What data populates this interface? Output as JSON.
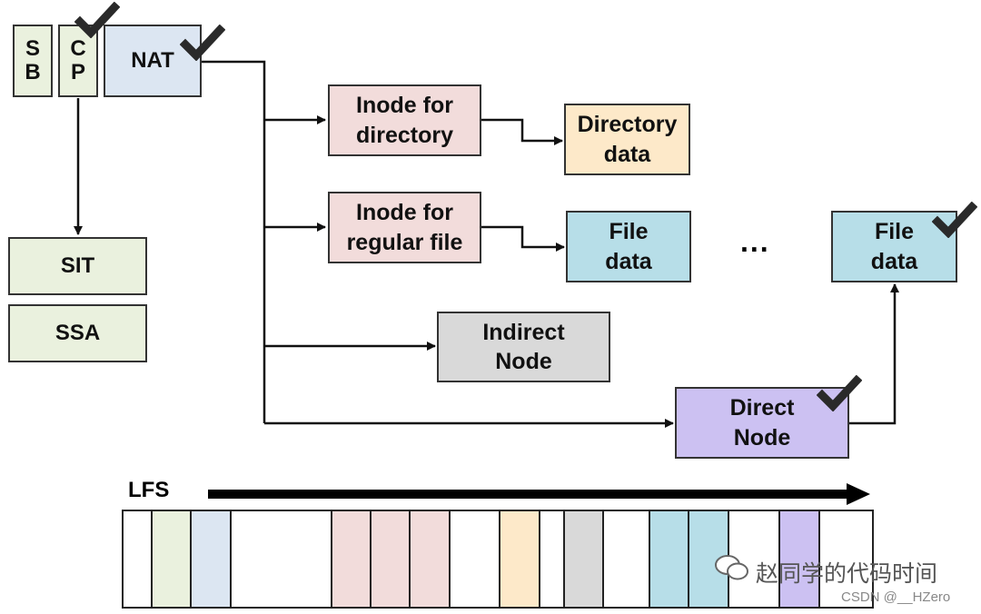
{
  "blocks": {
    "sb": [
      "S",
      "B"
    ],
    "cp": [
      "C",
      "P"
    ],
    "nat": "NAT",
    "sit": "SIT",
    "ssa": "SSA",
    "inode_dir": [
      "Inode for",
      "directory"
    ],
    "dir_data": [
      "Directory",
      "data"
    ],
    "inode_file": [
      "Inode for",
      "regular file"
    ],
    "file_data_1": [
      "File",
      "data"
    ],
    "ellipsis": "...",
    "file_data_2": [
      "File",
      "data"
    ],
    "indirect": [
      "Indirect",
      "Node"
    ],
    "direct": [
      "Direct",
      "Node"
    ]
  },
  "log": {
    "label": "LFS"
  },
  "watermark": {
    "text": "赵同学的代码时间",
    "credit": "CSDN @__HZero"
  },
  "colors": {
    "green": "#eaf1de",
    "blue_light": "#dce6f2",
    "pink": "#f2dcdb",
    "orange": "#fde9c9",
    "gray": "#d9d9d9",
    "teal": "#b7dee8",
    "purple": "#ccc1f2"
  }
}
